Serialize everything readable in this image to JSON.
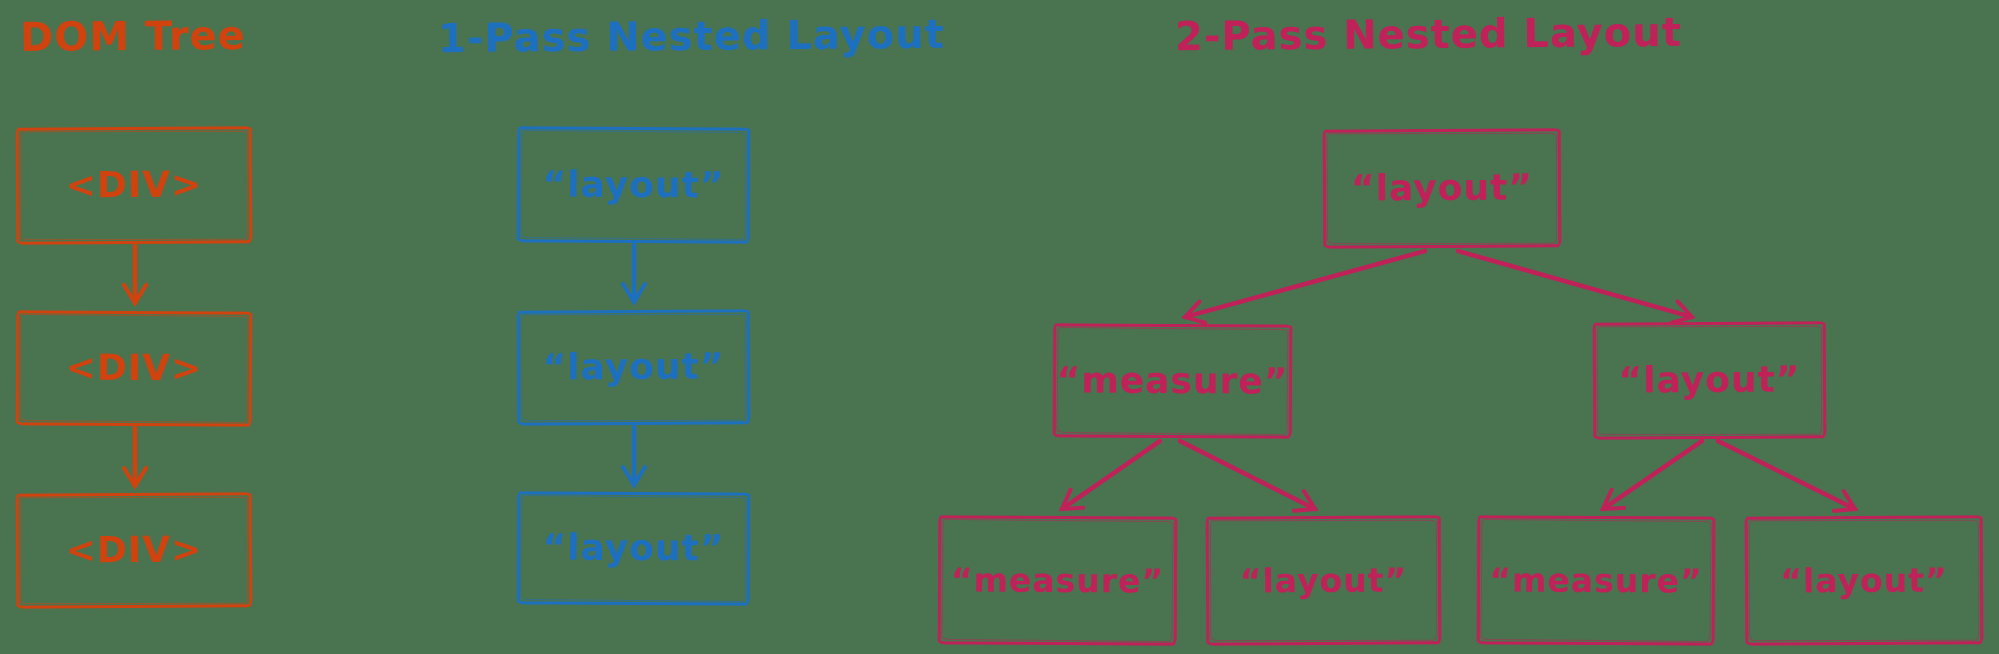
{
  "colors": {
    "bg": "#4a7350",
    "orange": "#d0430e",
    "blue": "#1d70bf",
    "pink": "#bf2158"
  },
  "sections": [
    {
      "title": "DOM Tree",
      "nodes": [
        {
          "label": "<DIV>"
        },
        {
          "label": "<DIV>"
        },
        {
          "label": "<DIV>"
        }
      ]
    },
    {
      "title": "1-Pass Nested Layout",
      "nodes": [
        {
          "label": "“layout”"
        },
        {
          "label": "“layout”"
        },
        {
          "label": "“layout”"
        }
      ]
    },
    {
      "title": "2-Pass Nested Layout",
      "nodes": {
        "root": {
          "label": "“layout”"
        },
        "mid": [
          {
            "label": "“measure”"
          },
          {
            "label": "“layout”"
          }
        ],
        "leaves": [
          {
            "label": "“measure”"
          },
          {
            "label": "“layout”"
          },
          {
            "label": "“measure”"
          },
          {
            "label": "“layout”"
          }
        ]
      }
    }
  ]
}
